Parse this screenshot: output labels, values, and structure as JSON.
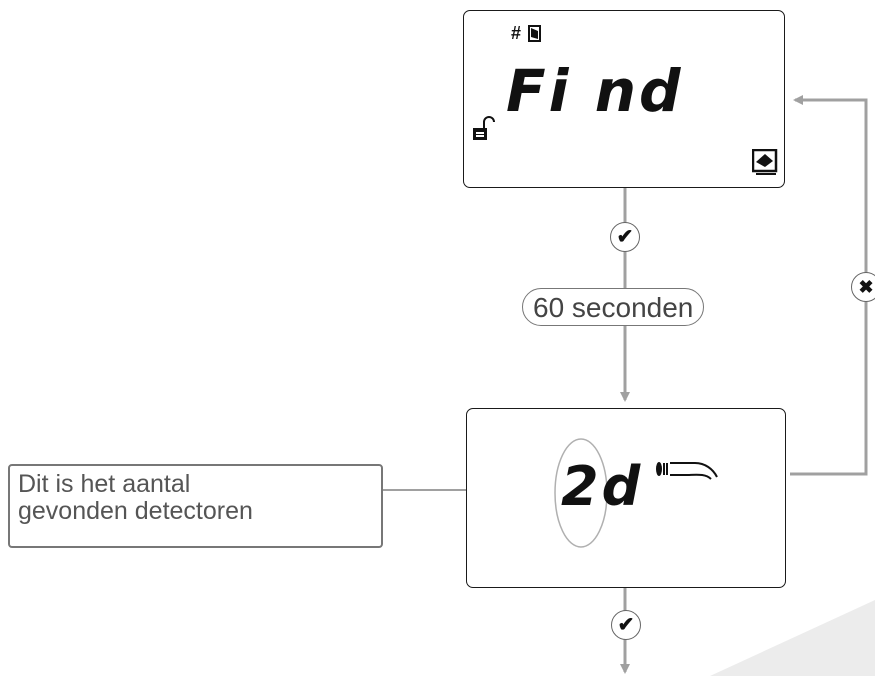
{
  "screen1": {
    "main_text": "Fi nd",
    "top_indicator": "#"
  },
  "step1": {
    "check_symbol": "✔"
  },
  "timer": {
    "label": "60 seconden"
  },
  "screen2": {
    "main_text": "2d"
  },
  "step2": {
    "check_symbol": "✔"
  },
  "loop": {
    "cancel_symbol": "✖"
  },
  "callout": {
    "line1": "Dit is het aantal",
    "line2": "gevonden detectoren"
  },
  "icons": [
    "lock-open-icon",
    "door-icon",
    "screen-icon",
    "detector-icon"
  ]
}
